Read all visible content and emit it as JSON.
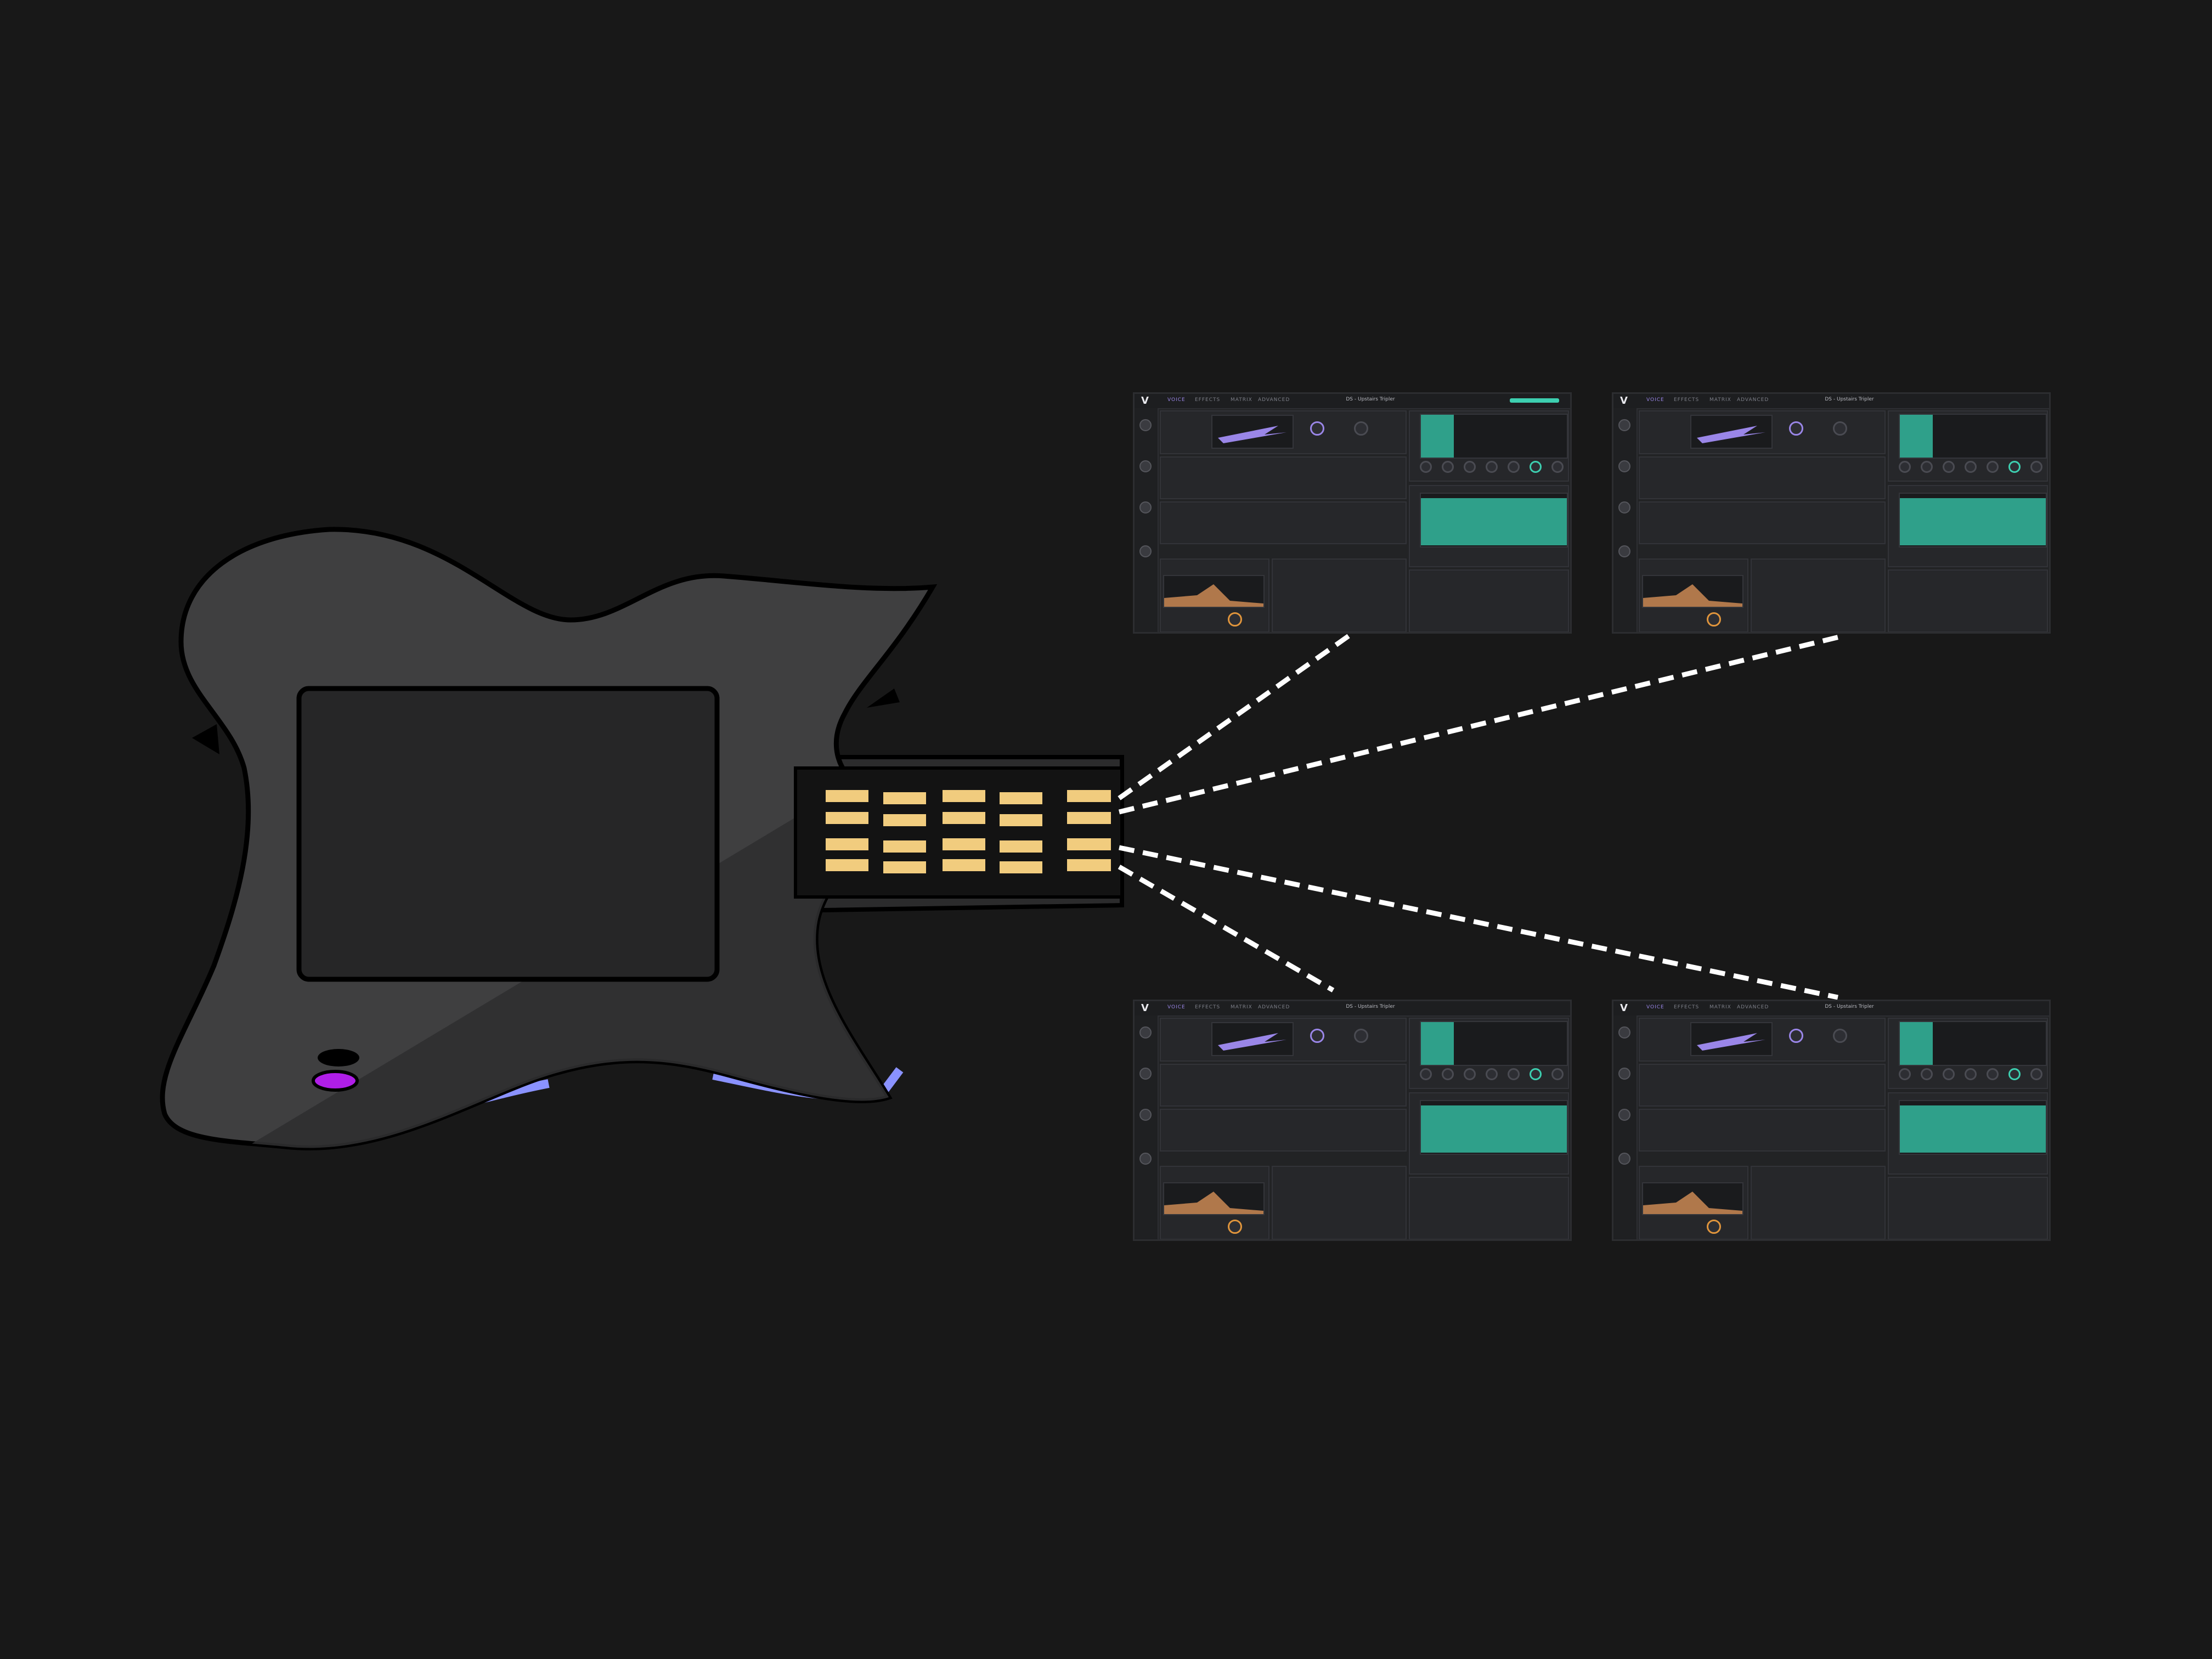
{
  "colors": {
    "background": "#181818",
    "guitar_body": "#3f3f40",
    "guitar_screen": "#262627",
    "guitar_glow": "#8a92ff",
    "guitar_led": "#b01ee8",
    "fret_keys": "#f1cc7e",
    "connector": "#ffffff",
    "synth_accent_teal": "#3dcfb0",
    "synth_accent_purple": "#9a86e8",
    "synth_accent_orange": "#e0953c"
  },
  "icons": {
    "synth_logo": "vital-logo-icon"
  },
  "fret_keys": {
    "columns": 5,
    "rows": 4
  },
  "synth_instances": [
    {
      "id": "synth-1",
      "tabs": [
        "VOICE",
        "EFFECTS",
        "MATRIX",
        "ADVANCED"
      ],
      "preset": "DS - Upstairs Tripler"
    },
    {
      "id": "synth-2",
      "tabs": [
        "VOICE",
        "EFFECTS",
        "MATRIX",
        "ADVANCED"
      ],
      "preset": "DS - Upstairs Tripler"
    },
    {
      "id": "synth-3",
      "tabs": [
        "VOICE",
        "EFFECTS",
        "MATRIX",
        "ADVANCED"
      ],
      "preset": "DS - Upstairs Tripler"
    },
    {
      "id": "synth-4",
      "tabs": [
        "VOICE",
        "EFFECTS",
        "MATRIX",
        "ADVANCED"
      ],
      "preset": "DS - Upstairs Tripler"
    }
  ]
}
